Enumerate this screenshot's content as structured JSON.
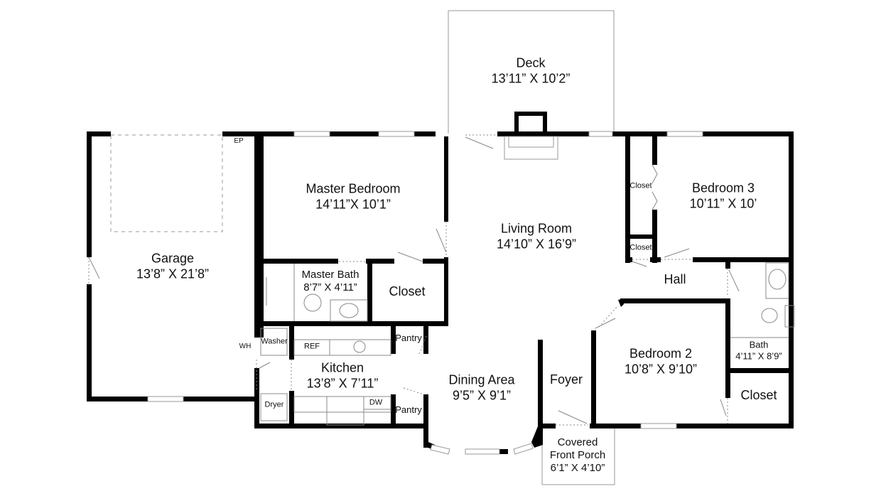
{
  "plan": {
    "type": "floor-plan",
    "rooms": [
      {
        "id": "deck",
        "name": "Deck",
        "dimensions": "13’11” X 10’2”"
      },
      {
        "id": "garage",
        "name": "Garage",
        "dimensions": "13’8” X 21’8”"
      },
      {
        "id": "master-bedroom",
        "name": "Master Bedroom",
        "dimensions": "14’11”X 10’1”"
      },
      {
        "id": "living-room",
        "name": "Living Room",
        "dimensions": "14’10” X 16’9”"
      },
      {
        "id": "bedroom-3",
        "name": "Bedroom 3",
        "dimensions": "10’11” X 10’"
      },
      {
        "id": "master-bath",
        "name": "Master Bath",
        "dimensions": "8’7” X 4’11”"
      },
      {
        "id": "master-closet",
        "name": "Closet",
        "dimensions": ""
      },
      {
        "id": "hall",
        "name": "Hall",
        "dimensions": ""
      },
      {
        "id": "kitchen",
        "name": "Kitchen",
        "dimensions": "13’8” X 7’11”"
      },
      {
        "id": "dining-area",
        "name": "Dining Area",
        "dimensions": "9’5” X 9’1”"
      },
      {
        "id": "foyer",
        "name": "Foyer",
        "dimensions": ""
      },
      {
        "id": "bedroom-2",
        "name": "Bedroom 2",
        "dimensions": "10’8” X 9’10”"
      },
      {
        "id": "bath",
        "name": "Bath",
        "dimensions": "4’11” X 8’9”"
      },
      {
        "id": "bedroom-2-closet",
        "name": "Closet",
        "dimensions": ""
      },
      {
        "id": "porch",
        "name": "Covered",
        "name2": "Front Porch",
        "dimensions": "6’1” X 4’10”"
      },
      {
        "id": "bedroom-3-closet",
        "name": "Closet",
        "dimensions": ""
      },
      {
        "id": "hall-closet",
        "name": "Closet",
        "dimensions": ""
      },
      {
        "id": "pantry-1",
        "name": "Pantry",
        "dimensions": ""
      },
      {
        "id": "pantry-2",
        "name": "Pantry",
        "dimensions": ""
      }
    ],
    "fixtures": {
      "washer": "Washer",
      "dryer": "Dryer",
      "ref": "REF",
      "dw": "DW",
      "wh": "WH",
      "ep": "EP"
    },
    "colors": {
      "wall": "#000000",
      "thin_line": "#9a9a9a",
      "window_fill": "#ffffff",
      "background": "#ffffff"
    }
  }
}
